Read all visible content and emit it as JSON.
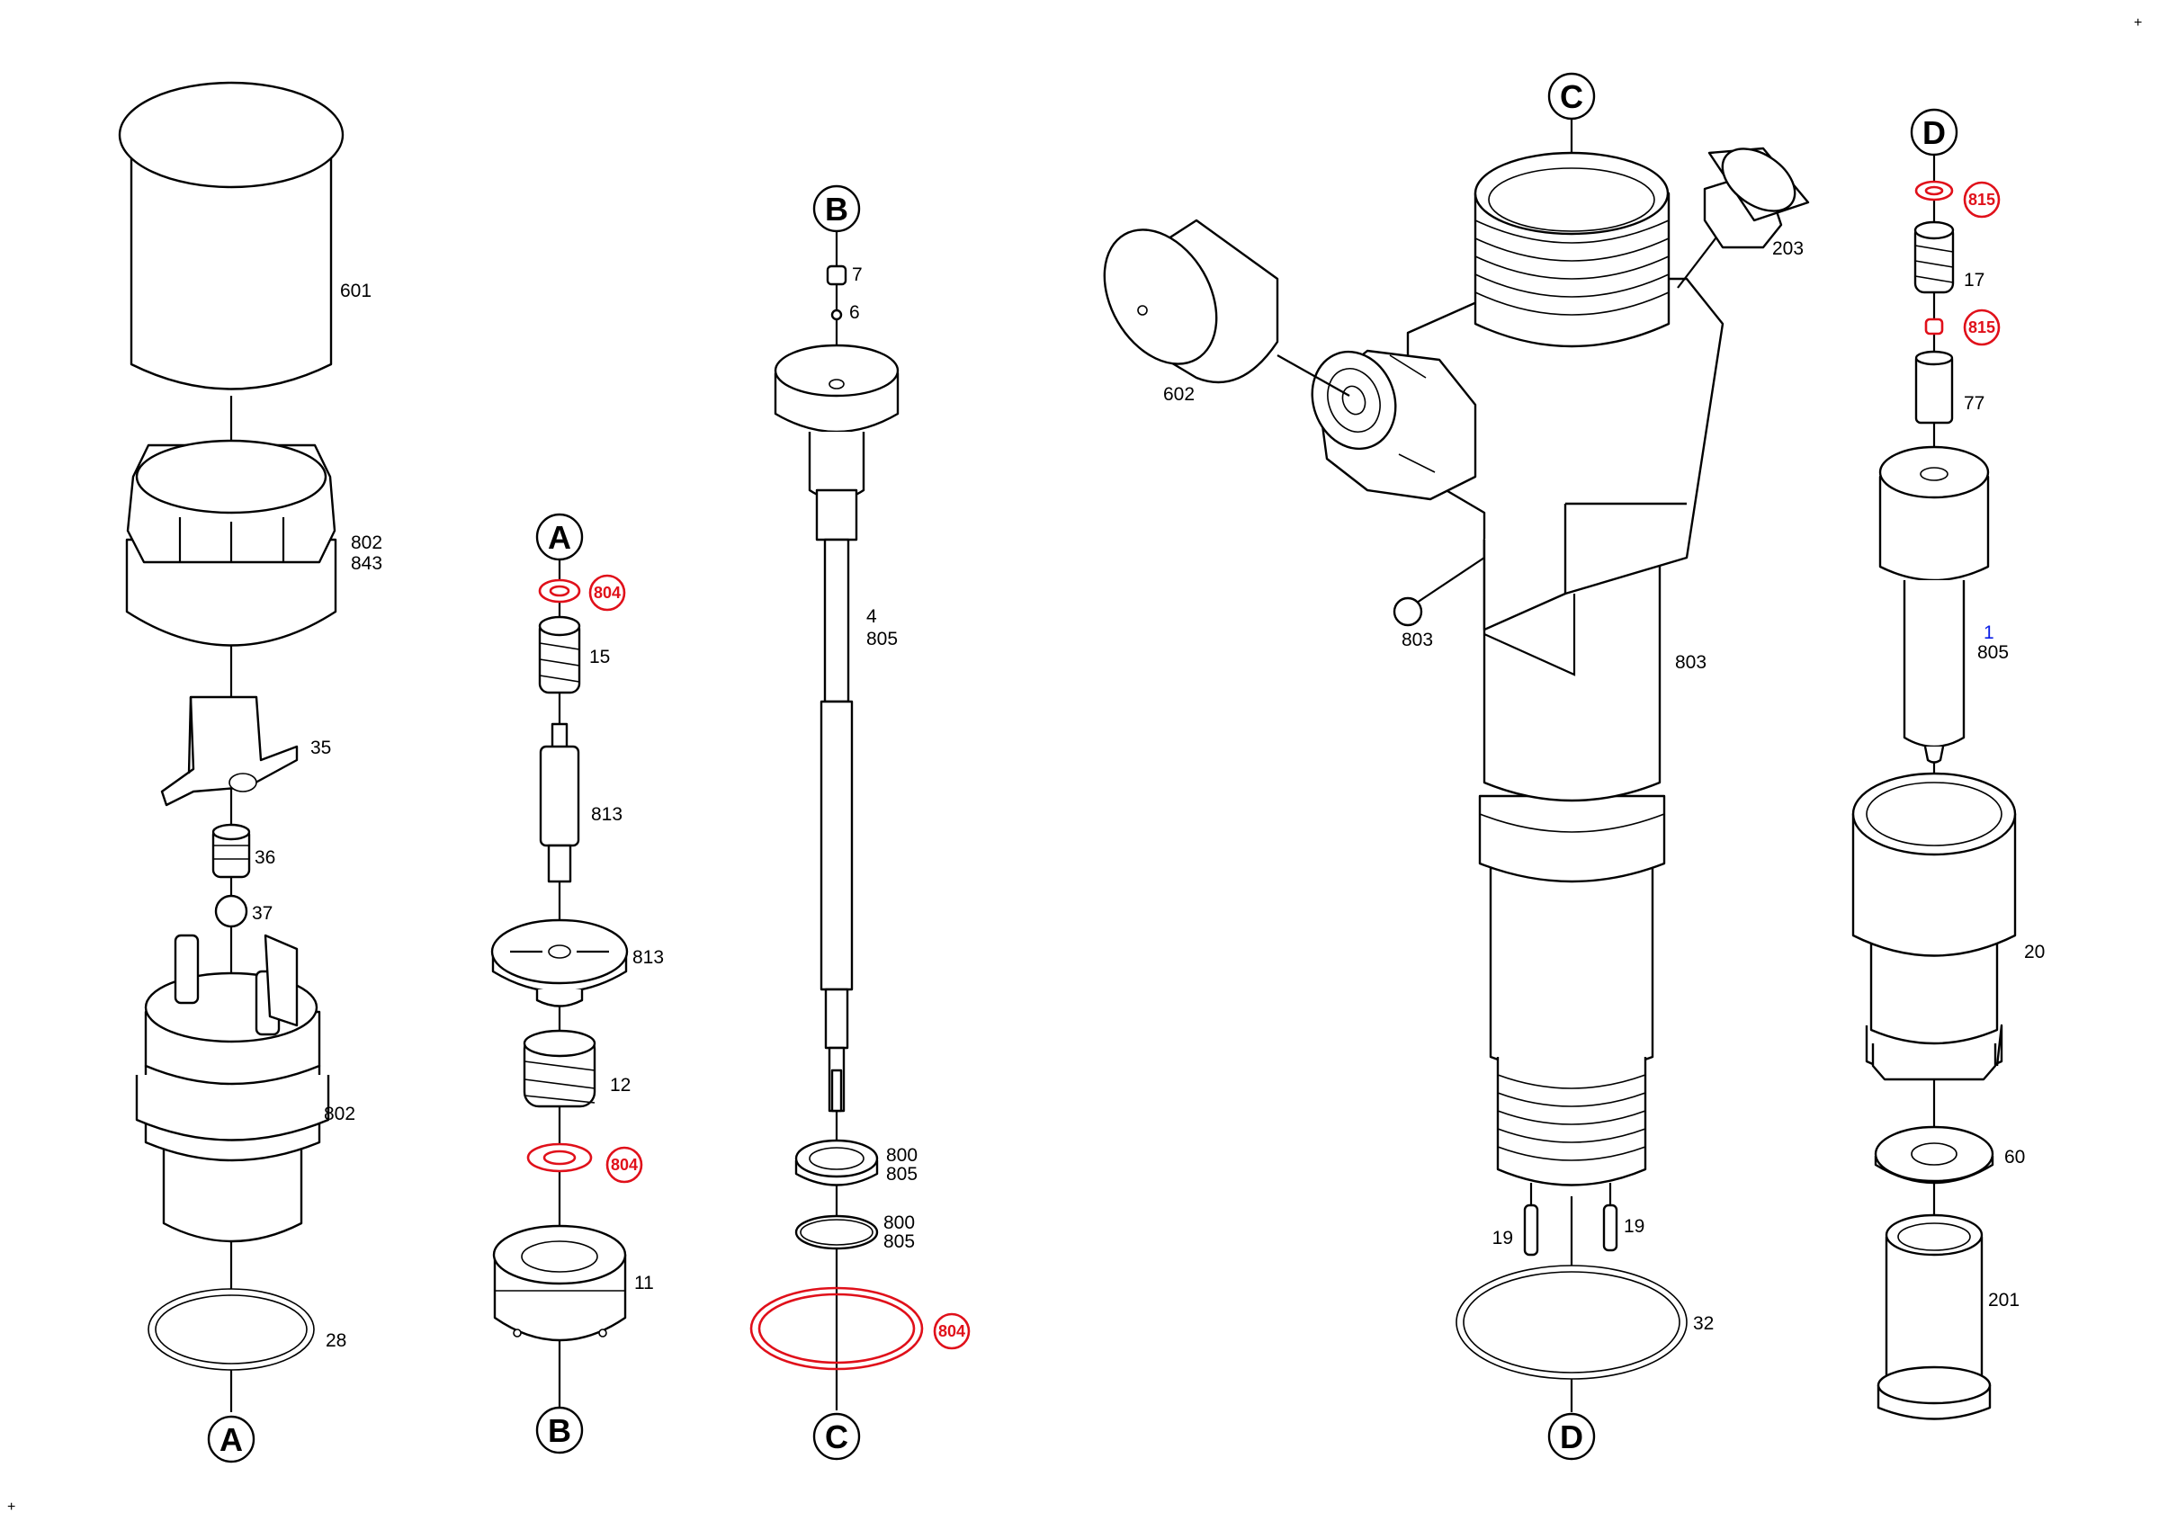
{
  "connectors": [
    "A",
    "B",
    "C",
    "D"
  ],
  "parts": {
    "p601": "601",
    "p802a": "802",
    "p843": "843",
    "p35": "35",
    "p36": "36",
    "p37": "37",
    "p802b": "802",
    "p28": "28",
    "p804a": "804",
    "p15": "15",
    "p813a": "813",
    "p813b": "813",
    "p12": "12",
    "p804b": "804",
    "p11": "11",
    "p7": "7",
    "p6": "6",
    "p4": "4",
    "p805a": "805",
    "p800a": "800",
    "p805b": "805",
    "p800b": "800",
    "p805c": "805",
    "p804c": "804",
    "p602": "602",
    "p203": "203",
    "p803a": "803",
    "p803b": "803",
    "p19a": "19",
    "p19b": "19",
    "p32": "32",
    "p815a": "815",
    "p17": "17",
    "p815b": "815",
    "p77": "77",
    "p1": "1",
    "p805d": "805",
    "p20": "20",
    "p60": "60",
    "p201": "201"
  },
  "corner_marks": [
    "+",
    "+"
  ],
  "colors": {
    "line": "#000000",
    "highlight": "#e0101a",
    "link": "#0a1ee6",
    "background": "#ffffff"
  }
}
